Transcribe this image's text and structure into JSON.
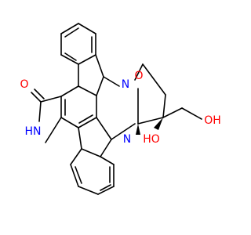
{
  "molecule": {
    "atoms": {
      "oxo_o": "O",
      "lactam_nh": "HN",
      "n_upper": "N",
      "n_lower": "N",
      "bridge_o": "O",
      "oh_quat": "HO",
      "oh_ch2": "OH"
    },
    "colors": {
      "bond": "#000000",
      "oxygen": "#ff0000",
      "nitrogen": "#0000ff"
    }
  }
}
